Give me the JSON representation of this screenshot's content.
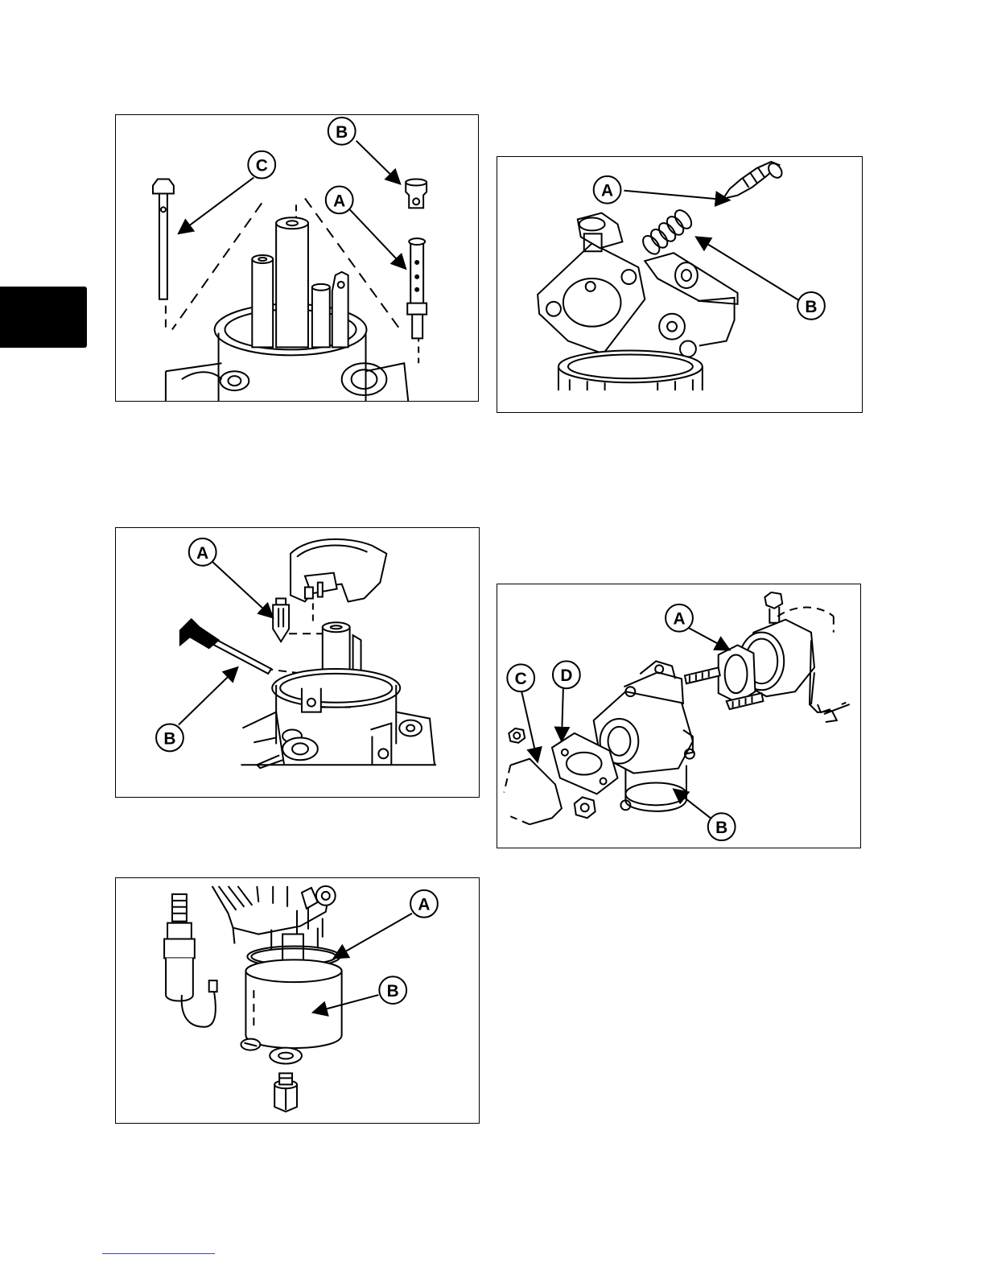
{
  "colors": {
    "ink": "#000000",
    "paper": "#ffffff",
    "footer_rule": "#3b4a9a"
  },
  "figures": [
    {
      "id": "fig-1",
      "callouts": [
        "C",
        "B",
        "A"
      ]
    },
    {
      "id": "fig-2",
      "callouts": [
        "A",
        "B"
      ]
    },
    {
      "id": "fig-3",
      "callouts": [
        "A",
        "B"
      ]
    },
    {
      "id": "fig-4",
      "callouts": [
        "A",
        "C",
        "D",
        "B"
      ]
    },
    {
      "id": "fig-5",
      "callouts": [
        "A",
        "B"
      ]
    }
  ]
}
